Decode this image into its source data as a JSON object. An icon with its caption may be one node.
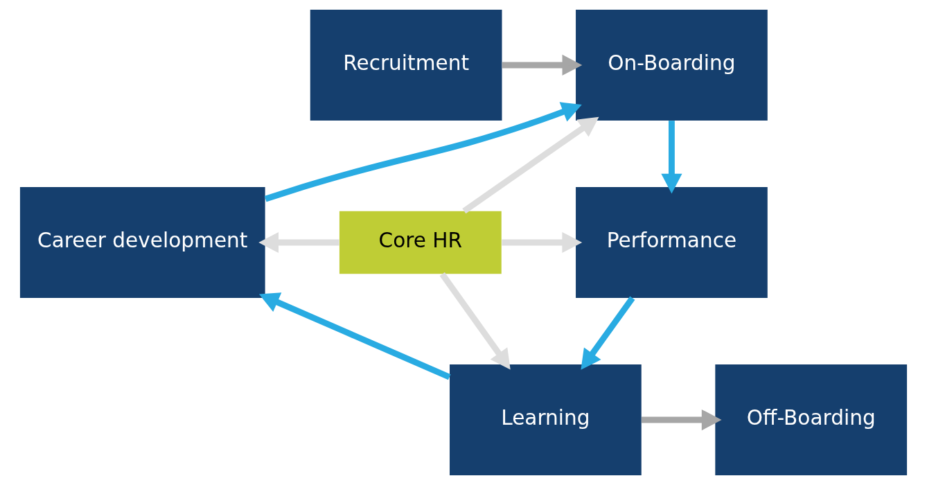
{
  "diagram": {
    "nodes": [
      {
        "text": [
          "Recruitment"
        ]
      },
      {
        "text": [
          "On-Boarding"
        ]
      },
      {
        "text": [
          "Career development"
        ]
      },
      {
        "text": [
          "Core HR"
        ]
      },
      {
        "text": [
          "Performance"
        ]
      },
      {
        "text": [
          "Off-Boarding"
        ]
      },
      {
        "text": [
          "Learning"
        ]
      }
    ],
    "edges": [
      {
        "from": 0,
        "to": 1,
        "arrow": "to",
        "color": "#a6a6a6"
      },
      {
        "from": 2,
        "to": 1,
        "arrow": "to",
        "color": "#29abe2"
      },
      {
        "from": 1,
        "to": 4,
        "arrow": "to",
        "color": "#29abe2"
      },
      {
        "from": 3,
        "to": 1,
        "arrow": "to",
        "color": "#dddddd"
      },
      {
        "from": 3,
        "to": 2,
        "arrow": "to",
        "color": "#dddddd"
      },
      {
        "from": 3,
        "to": 4,
        "arrow": "to",
        "color": "#dddddd"
      },
      {
        "from": 3,
        "to": 6,
        "arrow": "to",
        "color": "#dddddd"
      },
      {
        "from": 4,
        "to": 6,
        "arrow": "to",
        "color": "#29abe2"
      },
      {
        "from": 6,
        "to": 2,
        "arrow": "to",
        "color": "#29abe2"
      },
      {
        "from": 6,
        "to": 5,
        "arrow": "to",
        "color": "#a6a6a6"
      }
    ]
  }
}
